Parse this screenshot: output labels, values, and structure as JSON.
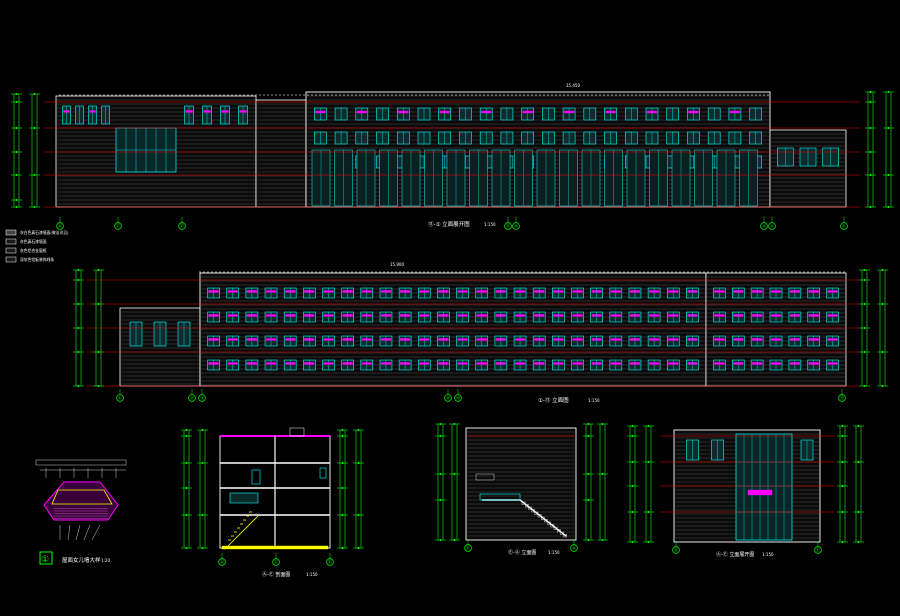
{
  "colors": {
    "background": "#000000",
    "wall": "#ffffff",
    "window": "#00ffff",
    "accent": "#ff00ff",
    "floor_line": "#ff0000",
    "dimension": "#00ff00",
    "grid_axis": "#00ff00",
    "label": "#ffffff"
  },
  "view1": {
    "caption": "⑪-① 立面展开图",
    "scale": "1:150",
    "axis_labels": [
      "Ⓐ",
      "Ⓒ",
      "Ⓔ",
      "⑪",
      "⑩",
      "③",
      "②",
      "①"
    ],
    "top_mark": "15.450"
  },
  "legend": {
    "items": [
      "灰白色真石漆墙面(做法详见)",
      "灰色真石漆墙面",
      "灰色铝合金窗框",
      "深灰色铝板装饰线条"
    ]
  },
  "view2": {
    "caption": "①-⑪ 立面图",
    "scale": "1:150",
    "axis_labels": [
      "①",
      "②",
      "③",
      "⑨",
      "⑩",
      "⑪"
    ],
    "top_mark": "15.900"
  },
  "detail": {
    "number": "①",
    "caption": "屋面女儿墙大样",
    "scale": "1:20"
  },
  "view3": {
    "caption": "Ⓐ-Ⓔ 剖面图",
    "scale": "1:150",
    "axis_labels": [
      "Ⓐ",
      "Ⓒ",
      "Ⓔ"
    ]
  },
  "view4": {
    "caption": "Ⓔ-Ⓐ 立面图",
    "scale": "1:150",
    "axis_labels": [
      "Ⓔ",
      "Ⓐ"
    ]
  },
  "view5": {
    "caption": "Ⓐ-Ⓔ 立面展开图",
    "scale": "1:150",
    "axis_labels": [
      "Ⓐ",
      "Ⓔ"
    ]
  }
}
